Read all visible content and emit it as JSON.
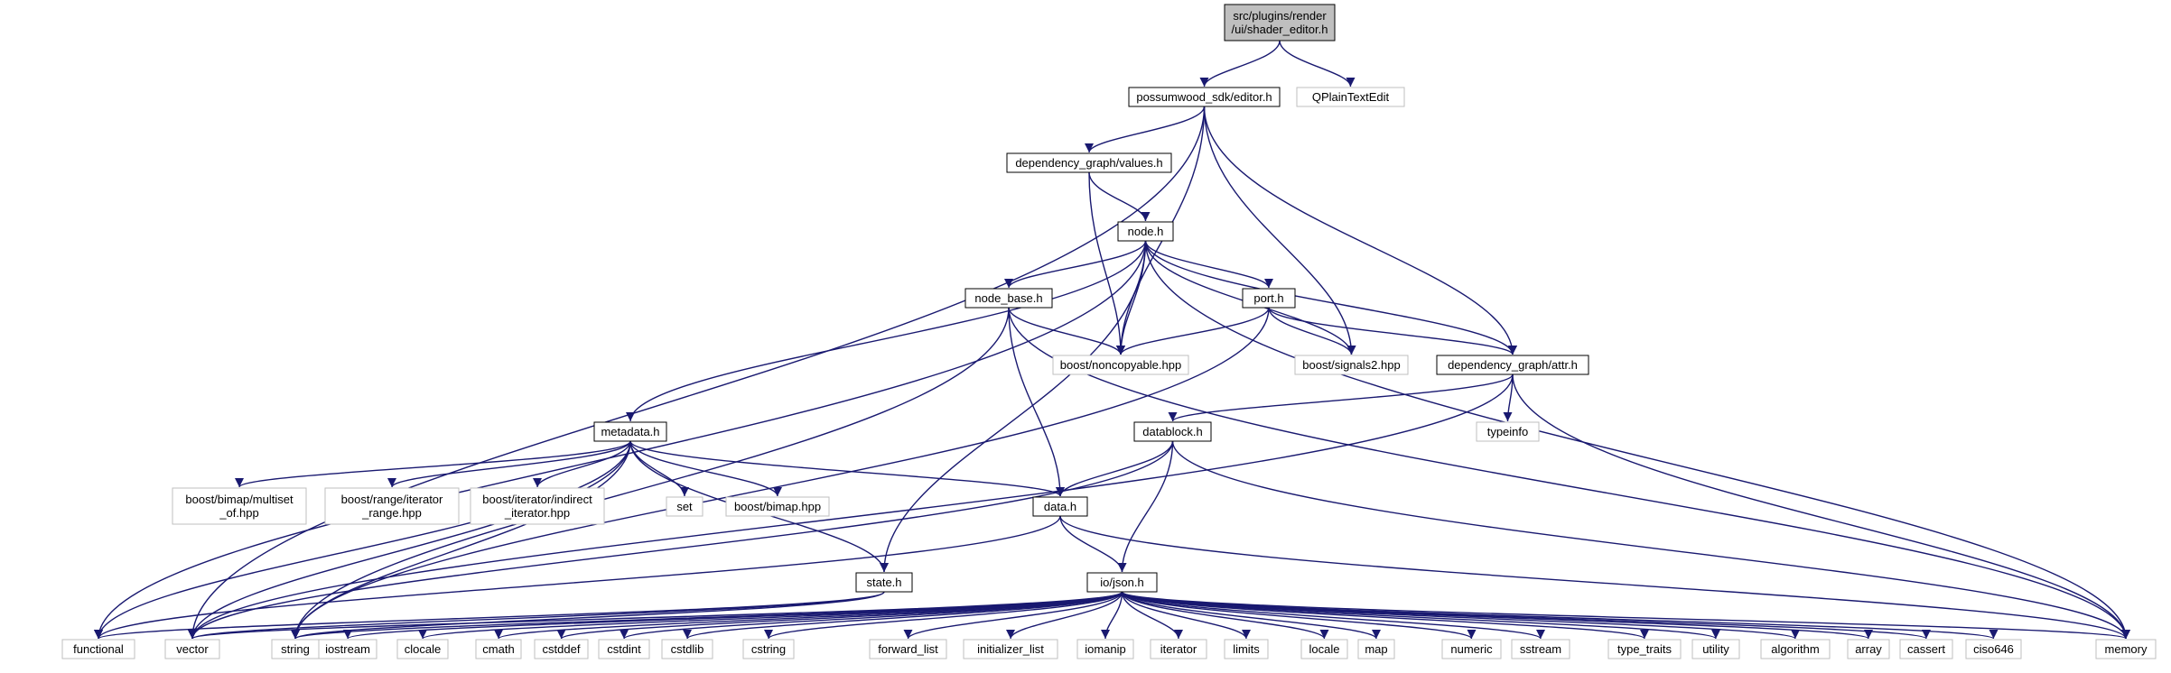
{
  "colors": {
    "edge": "#191970",
    "root_fill": "#bfbfbf",
    "node_border": "#000000",
    "ext_border": "#bfbfbf",
    "text": "#000000"
  },
  "nodes": [
    {
      "id": "root",
      "lines": [
        "src/plugins/render",
        "/ui/shader_editor.h"
      ],
      "style": "root"
    },
    {
      "id": "editor_h",
      "lines": [
        "possumwood_sdk/editor.h"
      ],
      "style": "local"
    },
    {
      "id": "qplaintextedit",
      "lines": [
        "QPlainTextEdit"
      ],
      "style": "external"
    },
    {
      "id": "values_h",
      "lines": [
        "dependency_graph/values.h"
      ],
      "style": "local"
    },
    {
      "id": "node_h",
      "lines": [
        "node.h"
      ],
      "style": "local"
    },
    {
      "id": "node_base_h",
      "lines": [
        "node_base.h"
      ],
      "style": "local"
    },
    {
      "id": "port_h",
      "lines": [
        "port.h"
      ],
      "style": "local"
    },
    {
      "id": "boost_noncopyable",
      "lines": [
        "boost/noncopyable.hpp"
      ],
      "style": "external"
    },
    {
      "id": "boost_signals2",
      "lines": [
        "boost/signals2.hpp"
      ],
      "style": "external"
    },
    {
      "id": "attr_h",
      "lines": [
        "dependency_graph/attr.h"
      ],
      "style": "local"
    },
    {
      "id": "typeinfo",
      "lines": [
        "typeinfo"
      ],
      "style": "external"
    },
    {
      "id": "metadata_h",
      "lines": [
        "metadata.h"
      ],
      "style": "local"
    },
    {
      "id": "datablock_h",
      "lines": [
        "datablock.h"
      ],
      "style": "local"
    },
    {
      "id": "multiset_of",
      "lines": [
        "boost/bimap/multiset",
        "_of.hpp"
      ],
      "style": "external"
    },
    {
      "id": "iterator_range",
      "lines": [
        "boost/range/iterator",
        "_range.hpp"
      ],
      "style": "external"
    },
    {
      "id": "indirect_iterator",
      "lines": [
        "boost/iterator/indirect",
        "_iterator.hpp"
      ],
      "style": "external"
    },
    {
      "id": "set",
      "lines": [
        "set"
      ],
      "style": "external"
    },
    {
      "id": "bimap",
      "lines": [
        "boost/bimap.hpp"
      ],
      "style": "external"
    },
    {
      "id": "data_h",
      "lines": [
        "data.h"
      ],
      "style": "local"
    },
    {
      "id": "state_h",
      "lines": [
        "state.h"
      ],
      "style": "local"
    },
    {
      "id": "json_h",
      "lines": [
        "io/json.h"
      ],
      "style": "local"
    },
    {
      "id": "functional",
      "lines": [
        "functional"
      ],
      "style": "external"
    },
    {
      "id": "vector",
      "lines": [
        "vector"
      ],
      "style": "external"
    },
    {
      "id": "string",
      "lines": [
        "string"
      ],
      "style": "external"
    },
    {
      "id": "iostream",
      "lines": [
        "iostream"
      ],
      "style": "external"
    },
    {
      "id": "clocale",
      "lines": [
        "clocale"
      ],
      "style": "external"
    },
    {
      "id": "cmath",
      "lines": [
        "cmath"
      ],
      "style": "external"
    },
    {
      "id": "cstddef",
      "lines": [
        "cstddef"
      ],
      "style": "external"
    },
    {
      "id": "cstdint",
      "lines": [
        "cstdint"
      ],
      "style": "external"
    },
    {
      "id": "cstdlib",
      "lines": [
        "cstdlib"
      ],
      "style": "external"
    },
    {
      "id": "cstring",
      "lines": [
        "cstring"
      ],
      "style": "external"
    },
    {
      "id": "forward_list",
      "lines": [
        "forward_list"
      ],
      "style": "external"
    },
    {
      "id": "initializer_list",
      "lines": [
        "initializer_list"
      ],
      "style": "external"
    },
    {
      "id": "iomanip",
      "lines": [
        "iomanip"
      ],
      "style": "external"
    },
    {
      "id": "iterator",
      "lines": [
        "iterator"
      ],
      "style": "external"
    },
    {
      "id": "limits",
      "lines": [
        "limits"
      ],
      "style": "external"
    },
    {
      "id": "locale",
      "lines": [
        "locale"
      ],
      "style": "external"
    },
    {
      "id": "map",
      "lines": [
        "map"
      ],
      "style": "external"
    },
    {
      "id": "numeric",
      "lines": [
        "numeric"
      ],
      "style": "external"
    },
    {
      "id": "sstream",
      "lines": [
        "sstream"
      ],
      "style": "external"
    },
    {
      "id": "type_traits",
      "lines": [
        "type_traits"
      ],
      "style": "external"
    },
    {
      "id": "utility",
      "lines": [
        "utility"
      ],
      "style": "external"
    },
    {
      "id": "algorithm",
      "lines": [
        "algorithm"
      ],
      "style": "external"
    },
    {
      "id": "array",
      "lines": [
        "array"
      ],
      "style": "external"
    },
    {
      "id": "cassert",
      "lines": [
        "cassert"
      ],
      "style": "external"
    },
    {
      "id": "ciso646",
      "lines": [
        "ciso646"
      ],
      "style": "external"
    },
    {
      "id": "memory",
      "lines": [
        "memory"
      ],
      "style": "external"
    }
  ],
  "edges": [
    [
      "root",
      "editor_h"
    ],
    [
      "root",
      "qplaintextedit"
    ],
    [
      "editor_h",
      "values_h"
    ],
    [
      "editor_h",
      "boost_noncopyable"
    ],
    [
      "editor_h",
      "boost_signals2"
    ],
    [
      "editor_h",
      "attr_h"
    ],
    [
      "editor_h",
      "vector"
    ],
    [
      "values_h",
      "node_h"
    ],
    [
      "values_h",
      "boost_noncopyable"
    ],
    [
      "node_h",
      "node_base_h"
    ],
    [
      "node_h",
      "port_h"
    ],
    [
      "node_h",
      "boost_noncopyable"
    ],
    [
      "node_h",
      "boost_signals2"
    ],
    [
      "node_h",
      "attr_h"
    ],
    [
      "node_h",
      "metadata_h"
    ],
    [
      "node_h",
      "state_h"
    ],
    [
      "node_h",
      "functional"
    ],
    [
      "node_h",
      "memory"
    ],
    [
      "node_base_h",
      "boost_noncopyable"
    ],
    [
      "node_base_h",
      "data_h"
    ],
    [
      "node_base_h",
      "string"
    ],
    [
      "node_base_h",
      "memory"
    ],
    [
      "port_h",
      "boost_noncopyable"
    ],
    [
      "port_h",
      "boost_signals2"
    ],
    [
      "port_h",
      "attr_h"
    ],
    [
      "port_h",
      "string"
    ],
    [
      "attr_h",
      "datablock_h"
    ],
    [
      "attr_h",
      "typeinfo"
    ],
    [
      "attr_h",
      "memory"
    ],
    [
      "attr_h",
      "vector"
    ],
    [
      "metadata_h",
      "multiset_of"
    ],
    [
      "metadata_h",
      "iterator_range"
    ],
    [
      "metadata_h",
      "indirect_iterator"
    ],
    [
      "metadata_h",
      "set"
    ],
    [
      "metadata_h",
      "bimap"
    ],
    [
      "metadata_h",
      "data_h"
    ],
    [
      "metadata_h",
      "state_h"
    ],
    [
      "metadata_h",
      "functional"
    ],
    [
      "metadata_h",
      "vector"
    ],
    [
      "metadata_h",
      "string"
    ],
    [
      "datablock_h",
      "data_h"
    ],
    [
      "datablock_h",
      "json_h"
    ],
    [
      "datablock_h",
      "vector"
    ],
    [
      "datablock_h",
      "memory"
    ],
    [
      "data_h",
      "json_h"
    ],
    [
      "data_h",
      "functional"
    ],
    [
      "data_h",
      "memory"
    ],
    [
      "state_h",
      "vector"
    ],
    [
      "state_h",
      "string"
    ],
    [
      "state_h",
      "functional"
    ],
    [
      "json_h",
      "vector"
    ],
    [
      "json_h",
      "string"
    ],
    [
      "json_h",
      "iostream"
    ],
    [
      "json_h",
      "clocale"
    ],
    [
      "json_h",
      "cmath"
    ],
    [
      "json_h",
      "cstddef"
    ],
    [
      "json_h",
      "cstdint"
    ],
    [
      "json_h",
      "cstdlib"
    ],
    [
      "json_h",
      "cstring"
    ],
    [
      "json_h",
      "forward_list"
    ],
    [
      "json_h",
      "initializer_list"
    ],
    [
      "json_h",
      "iomanip"
    ],
    [
      "json_h",
      "iterator"
    ],
    [
      "json_h",
      "limits"
    ],
    [
      "json_h",
      "locale"
    ],
    [
      "json_h",
      "map"
    ],
    [
      "json_h",
      "numeric"
    ],
    [
      "json_h",
      "sstream"
    ],
    [
      "json_h",
      "type_traits"
    ],
    [
      "json_h",
      "utility"
    ],
    [
      "json_h",
      "algorithm"
    ],
    [
      "json_h",
      "array"
    ],
    [
      "json_h",
      "cassert"
    ],
    [
      "json_h",
      "ciso646"
    ],
    [
      "json_h",
      "memory"
    ]
  ]
}
